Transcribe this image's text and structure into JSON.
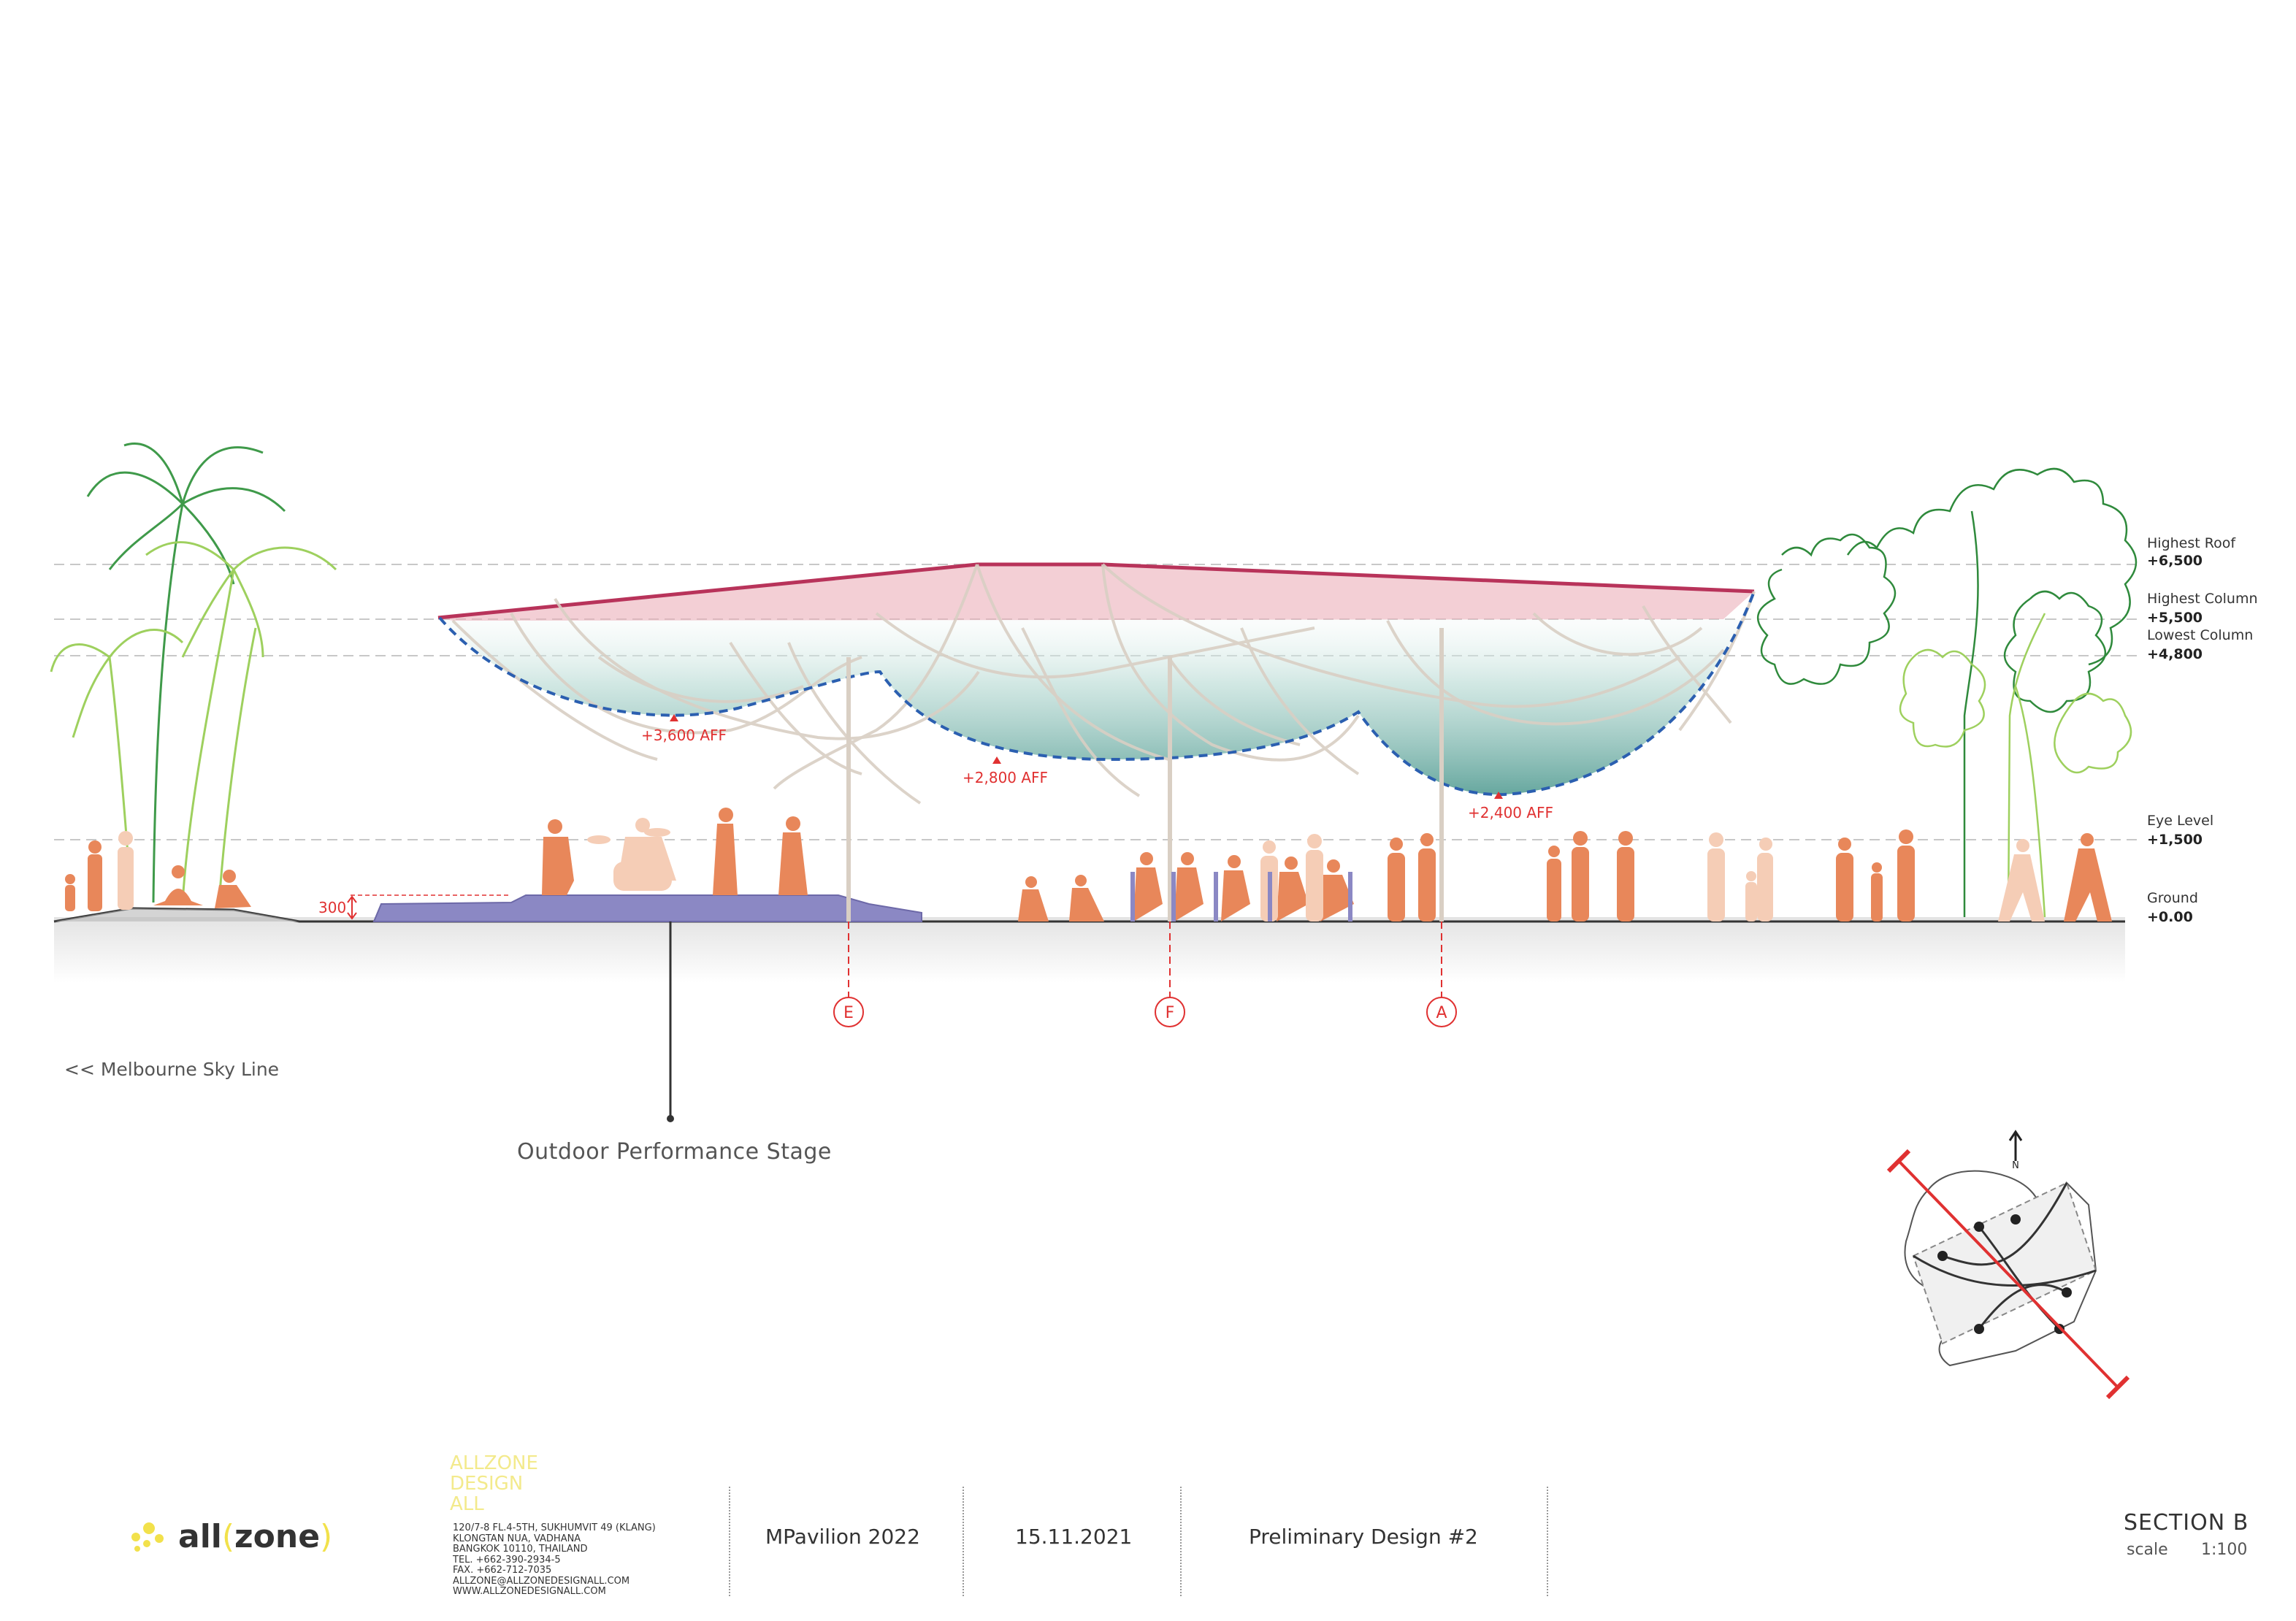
{
  "levels": [
    {
      "name": "Highest Roof",
      "value": "+6,500"
    },
    {
      "name": "Highest Column",
      "value": "+5,500"
    },
    {
      "name": "Lowest Column",
      "value": "+4,800"
    },
    {
      "name": "Eye Level",
      "value": "+1,500"
    },
    {
      "name": "Ground",
      "value": "+0.00"
    }
  ],
  "affs": [
    "+3,600 AFF",
    "+2,800 AFF",
    "+2,400 AFF"
  ],
  "stage_height": "300",
  "grid_labels": [
    "E",
    "F",
    "A"
  ],
  "notes": {
    "skyline": "<< Melbourne Sky Line",
    "stage": "Outdoor Performance Stage"
  },
  "keyplan": {
    "north": "N"
  },
  "colors": {
    "roof_edge": "#b8335a",
    "roof_fill": "#e9a7b3",
    "canopy_fill": "#5fa39a",
    "sag_line": "#2b5fb0",
    "people": "#e8875a",
    "people_faded": "#f5cdb6",
    "stage": "#8b88c4",
    "palm_dark": "#3f9a4a",
    "palm_light": "#9ed05e",
    "annotation_red": "#e03131",
    "logo_yellow": "#f2e14b"
  },
  "footer": {
    "logo_word": "all",
    "logo_zone": "zone",
    "firm": [
      "ALLZONE",
      "DESIGN",
      "ALL"
    ],
    "address": [
      "120/7-8 FL.4-5TH, SUKHUMVIT 49 (KLANG)",
      "KLONGTAN NUA, VADHANA",
      "BANGKOK 10110, THAILAND",
      "TEL. +662-390-2934-5",
      "FAX. +662-712-7035",
      "ALLZONE@ALLZONEDESIGNALL.COM",
      "WWW.ALLZONEDESIGNALL.COM"
    ],
    "project": "MPavilion 2022",
    "date": "15.11.2021",
    "phase": "Preliminary Design #2",
    "section": "SECTION  B",
    "scale_label": "scale",
    "scale_value": "1:100"
  }
}
